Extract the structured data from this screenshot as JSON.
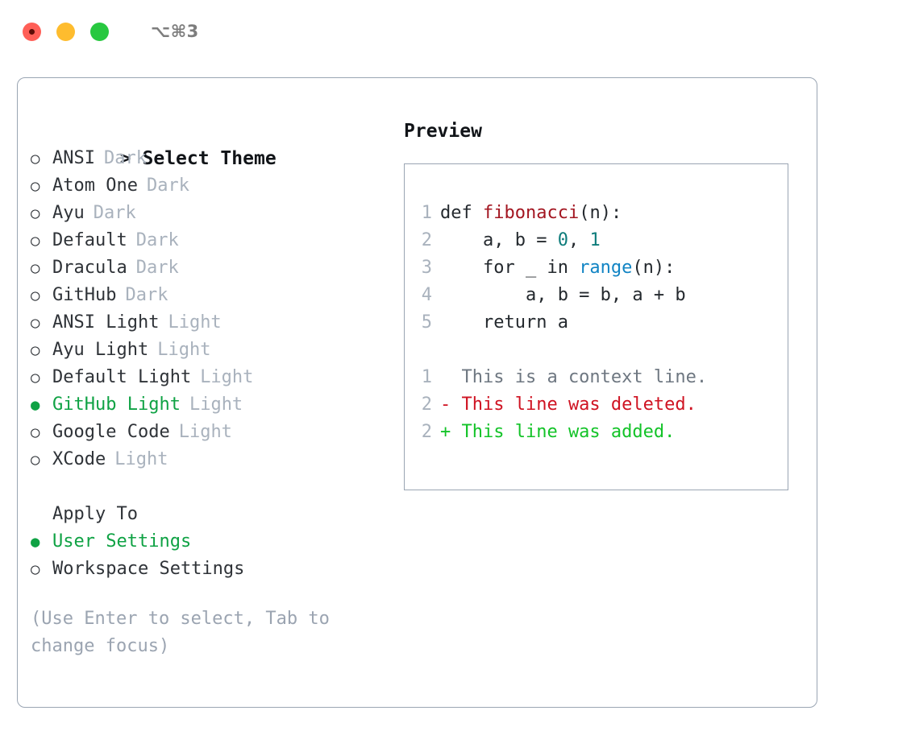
{
  "titlebar": {
    "shortcut": "⌥⌘3",
    "buttons": [
      {
        "name": "close",
        "color": "#ff5f57"
      },
      {
        "name": "minimize",
        "color": "#febc2e"
      },
      {
        "name": "maximize",
        "color": "#28c840"
      }
    ]
  },
  "colors": {
    "accent_green": "#0fa244",
    "muted": "#a9b2bd",
    "hint": "#9ba4b1",
    "text": "#2f3338",
    "border": "#9aa5b3",
    "keyword": "#24292e",
    "function": "#a31621",
    "number": "#0e7c7b",
    "builtin": "#1184c4",
    "diff_context": "#6e7781",
    "diff_deleted": "#cf1322",
    "diff_added": "#13c328"
  },
  "theme_section": {
    "caret": ">",
    "title": "Select Theme",
    "marker_selected": "●",
    "marker_unselected": "○",
    "items": [
      {
        "label": "ANSI",
        "tag": "Dark",
        "selected": false
      },
      {
        "label": "Atom One",
        "tag": "Dark",
        "selected": false
      },
      {
        "label": "Ayu",
        "tag": "Dark",
        "selected": false
      },
      {
        "label": "Default",
        "tag": "Dark",
        "selected": false
      },
      {
        "label": "Dracula",
        "tag": "Dark",
        "selected": false
      },
      {
        "label": "GitHub",
        "tag": "Dark",
        "selected": false
      },
      {
        "label": "ANSI Light",
        "tag": "Light",
        "selected": false
      },
      {
        "label": "Ayu Light",
        "tag": "Light",
        "selected": false
      },
      {
        "label": "Default Light",
        "tag": "Light",
        "selected": false
      },
      {
        "label": "GitHub Light",
        "tag": "Light",
        "selected": true
      },
      {
        "label": "Google Code",
        "tag": "Light",
        "selected": false
      },
      {
        "label": "XCode",
        "tag": "Light",
        "selected": false
      }
    ]
  },
  "apply_section": {
    "title": "Apply To",
    "items": [
      {
        "label": "User Settings",
        "selected": true
      },
      {
        "label": "Workspace Settings",
        "selected": false
      }
    ]
  },
  "hint": "(Use Enter to select, Tab to change focus)",
  "preview": {
    "title": "Preview",
    "code_lines": [
      {
        "num": "1",
        "tokens": [
          {
            "t": "def ",
            "c": "tok-plain"
          },
          {
            "t": "fibonacci",
            "c": "tok-func"
          },
          {
            "t": "(n):",
            "c": "tok-plain"
          }
        ]
      },
      {
        "num": "2",
        "tokens": [
          {
            "t": "    a, b = ",
            "c": "tok-plain"
          },
          {
            "t": "0",
            "c": "tok-num"
          },
          {
            "t": ", ",
            "c": "tok-plain"
          },
          {
            "t": "1",
            "c": "tok-num"
          }
        ]
      },
      {
        "num": "3",
        "tokens": [
          {
            "t": "    for _ in ",
            "c": "tok-plain"
          },
          {
            "t": "range",
            "c": "tok-call"
          },
          {
            "t": "(n):",
            "c": "tok-plain"
          }
        ]
      },
      {
        "num": "4",
        "tokens": [
          {
            "t": "        a, b = b, a + b",
            "c": "tok-plain"
          }
        ]
      },
      {
        "num": "5",
        "tokens": [
          {
            "t": "    return a",
            "c": "tok-plain"
          }
        ]
      }
    ],
    "diff_lines": [
      {
        "num": "1",
        "tokens": [
          {
            "t": "  This is a context line.",
            "c": "tok-ctx"
          }
        ]
      },
      {
        "num": "2",
        "tokens": [
          {
            "t": "- This line was deleted.",
            "c": "tok-del"
          }
        ]
      },
      {
        "num": "2",
        "tokens": [
          {
            "t": "+ This line was added.",
            "c": "tok-add"
          }
        ]
      }
    ]
  }
}
